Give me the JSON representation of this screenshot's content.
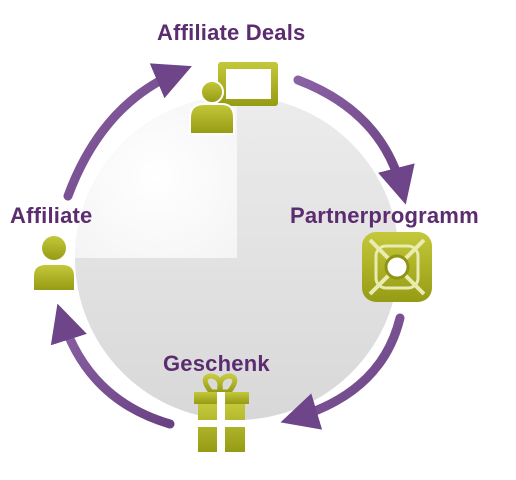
{
  "diagram": {
    "nodes": [
      {
        "id": "affiliate-deals",
        "label": "Affiliate Deals",
        "icon": "presenter-icon"
      },
      {
        "id": "partnerprogramm",
        "label": "Partnerprogramm",
        "icon": "network-hub-icon"
      },
      {
        "id": "geschenk",
        "label": "Geschenk",
        "icon": "gift-icon"
      },
      {
        "id": "affiliate",
        "label": "Affiliate",
        "icon": "person-icon"
      }
    ],
    "flow": "clockwise",
    "colors": {
      "label": "#5b2c6f",
      "arrow": "#7b5293",
      "icon": "#b0b41c",
      "icon_dark": "#8e9414",
      "disc": "#e6e6e6"
    }
  }
}
